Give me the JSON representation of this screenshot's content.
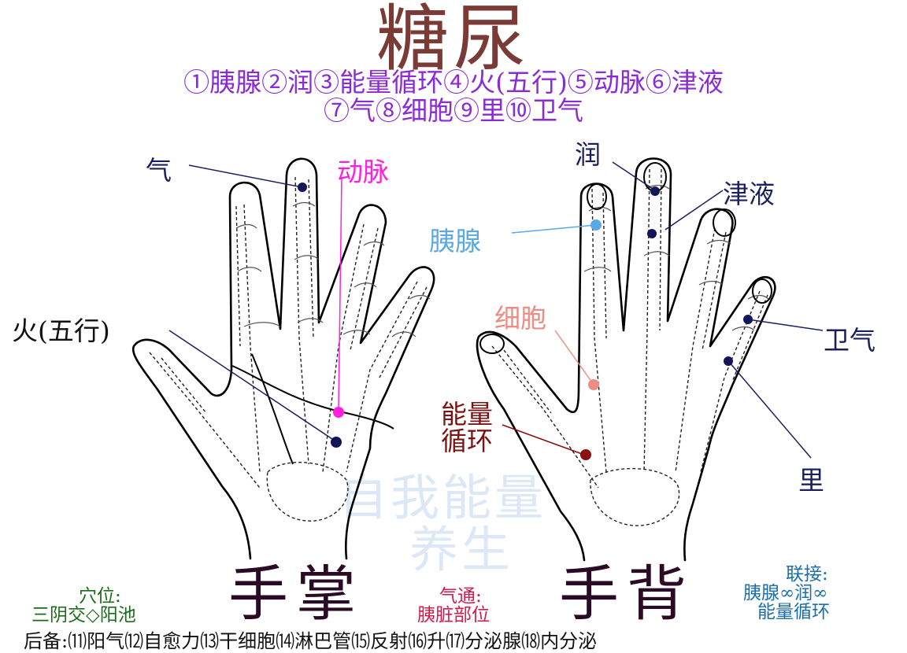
{
  "title": "糖尿",
  "legend": {
    "line1": "①胰腺②润③能量循环④火(五行)⑤动脉⑥津液",
    "line2": "⑦气⑧细胞⑨里⑩卫气"
  },
  "palm": {
    "label": "手掌",
    "points": {
      "qi": "气",
      "dongmai": "动脉",
      "huo": "火(五行)"
    }
  },
  "back": {
    "label": "手背",
    "points": {
      "run": "润",
      "jinye": "津液",
      "yixian": "胰腺",
      "xibao": "细胞",
      "weiqi": "卫气",
      "nengliang_line1": "能量",
      "nengliang_line2": "循环",
      "li": "里"
    }
  },
  "acupoints": {
    "heading": "穴位:",
    "value": "三阴交◇阳池"
  },
  "qitong": {
    "heading": "气通:",
    "value": "胰脏部位"
  },
  "lianjie": {
    "heading": "联接:",
    "line1": "胰腺∞润∞",
    "line2": "能量循环"
  },
  "footer": "后备:⑾阳气⑿自愈力⒀干细胞⒁淋巴管⒂反射⒃升⒄分泌腺⒅内分泌",
  "watermark": {
    "line1": "自我能量",
    "line2": "养生"
  },
  "colors": {
    "title": "#7a3b36",
    "legend": "#8a2bd6",
    "navy_point": "#14145a",
    "magenta_point": "#ff1fe0",
    "skyblue_point": "#5aa9e6",
    "salmon_point": "#ec8d84",
    "maroon_point": "#8b0f0f"
  }
}
